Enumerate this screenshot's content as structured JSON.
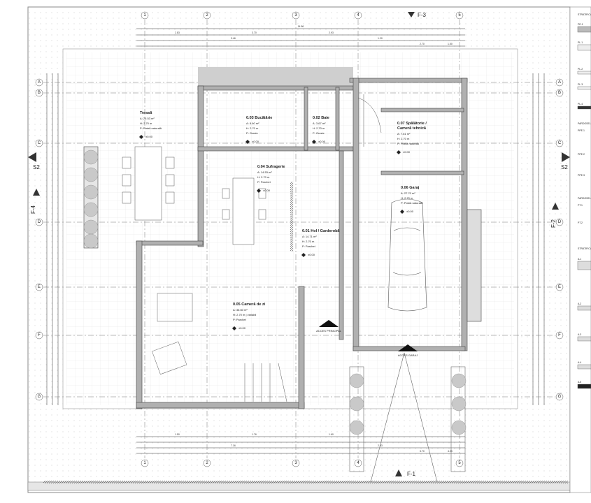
{
  "plan": {
    "axes_columns": [
      "1",
      "2",
      "3",
      "4",
      "5"
    ],
    "axes_rows": [
      "A",
      "B",
      "C",
      "D",
      "E",
      "F",
      "G"
    ],
    "sections": {
      "top": "F-3",
      "left": "F-4",
      "right": "F-2",
      "bottom": "F-1",
      "cut_left": "S2",
      "cut_right": "S2"
    },
    "overall_dimension": "14.86",
    "top_dimensions": [
      "2.83",
      "3.70",
      "2.93",
      "3.46",
      "1.20",
      "2.70",
      "1.50"
    ],
    "bottom_dimensions": [
      "1.50",
      "1.76",
      "1.60",
      "7.16",
      "2.83",
      "3.70",
      "4.25"
    ],
    "rooms": [
      {
        "name": "Terasă",
        "area": "A: 26.53 m²",
        "height": "H: 2.70 m",
        "floor": "P: Piatră naturală"
      },
      {
        "name": "0.03 Bucătărie",
        "area": "A: 8.60 m²",
        "height": "H: 2.70 m",
        "floor": "P: Gresie"
      },
      {
        "name": "0.02 Baie",
        "area": "A: 3.67 m²",
        "height": "H: 2.70 m",
        "floor": "P: Gresie"
      },
      {
        "name": "0.07 Spălătorie /",
        "name2": "Cameră tehnică",
        "area": "A: 7.61 m²",
        "height": "H: 2.70 m",
        "floor": "P: Piatră naturală"
      },
      {
        "name": "0.04 Sufragerie",
        "area": "A: 14.53 m²",
        "height": "H: 2.70 m",
        "floor": "P: Parchet"
      },
      {
        "name": "0.06 Garaj",
        "area": "A: 27.70 m²",
        "height": "H: 2.70 m",
        "floor": "P: Piatră naturală"
      },
      {
        "name": "0.01 Hol / Garderobă",
        "area": "A: 14.71 m²",
        "height": "H: 2.70 m",
        "floor": "P: Parchet"
      },
      {
        "name": "0.05 Cameră de zi",
        "area": "A: 36.60 m²",
        "height": "H: 2.70 m | variabil",
        "floor": "P: Parchet"
      }
    ],
    "access": {
      "main": "ACCES PRINCIPAL",
      "garage": "ACCES GARAJ"
    },
    "level_mark": "±0.00"
  },
  "legend": {
    "title": "STRATIFICAȚII",
    "items": [
      "PE.1",
      "PL.1",
      "PL.2",
      "PL.3",
      "PL.4"
    ],
    "floors_title": "PARDOSELI",
    "floor_items": [
      "PPE.1",
      "PPE.2",
      "PPE.3"
    ],
    "terrace_title": "PARDOSELI T.",
    "terrace_items": [
      "PT.1",
      "PT.2"
    ],
    "layers_title": "STRATIFICAȚII",
    "layer_items": [
      "A.1",
      "A.2",
      "A.3",
      "A.4",
      "A.5"
    ]
  },
  "colors": {
    "wall": "#9a9a9a",
    "wall_dark": "#555555",
    "line": "#333333",
    "tree": "#c4c4c4"
  }
}
